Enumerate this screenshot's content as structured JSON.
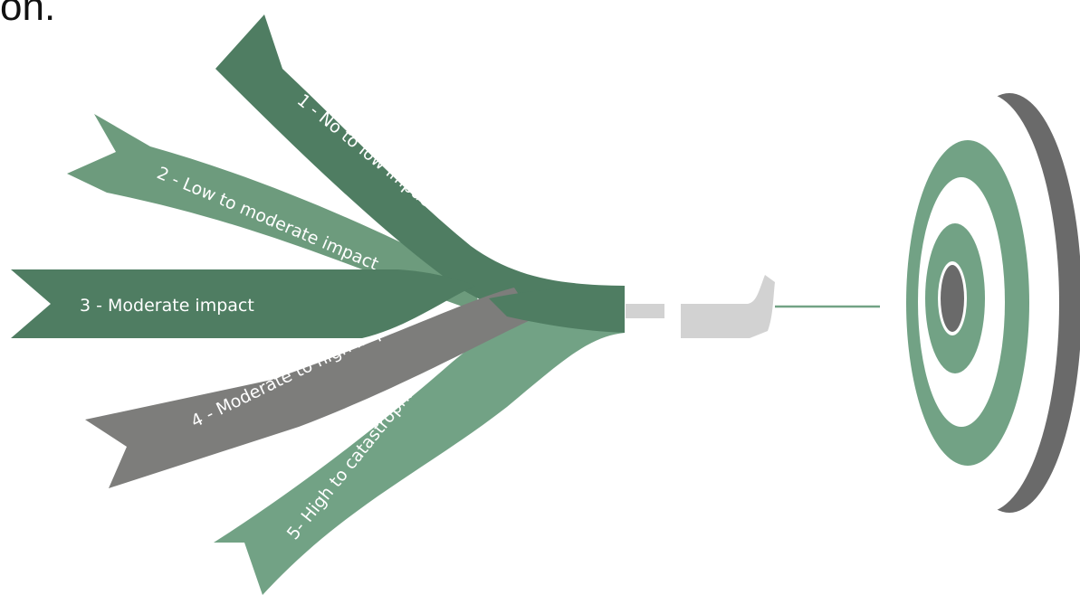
{
  "header_fragment": "on.",
  "colors": {
    "dark_green": "#4f7d62",
    "mid_green": "#6d9b7d",
    "light_green": "#72a285",
    "gray": "#7d7d7b",
    "light_gray": "#d2d2d2",
    "target_dark": "#6a6a6a",
    "target_white": "#ffffff"
  },
  "ribbons": [
    {
      "id": "1",
      "label": "1 - No to low impact",
      "color": "dark_green"
    },
    {
      "id": "2",
      "label": "2 - Low to moderate impact",
      "color": "mid_green"
    },
    {
      "id": "3",
      "label": "3 - Moderate impact",
      "color": "dark_green"
    },
    {
      "id": "4",
      "label": "4 - Moderate to high impact",
      "color": "gray"
    },
    {
      "id": "5",
      "label": "5- High to catastrophic impact",
      "color": "light_green"
    }
  ]
}
